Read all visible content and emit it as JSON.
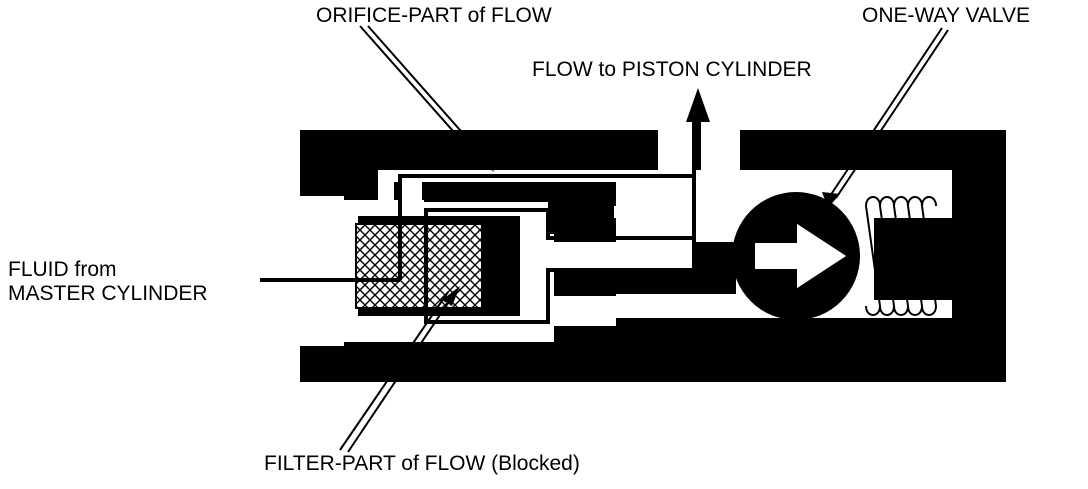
{
  "labels": {
    "orifice": "ORIFICE-PART of FLOW",
    "one_way_valve": "ONE-WAY VALVE",
    "flow_to_piston": "FLOW to PISTON CYLINDER",
    "fluid_from_line1": "FLUID from",
    "fluid_from_line2": "MASTER CYLINDER",
    "filter": "FILTER-PART of FLOW (Blocked)"
  },
  "colors": {
    "ink": "#000000",
    "paper": "#ffffff"
  },
  "icons": {
    "filter_element": "crosshatch-filter-icon",
    "valve_ball": "ball-with-arrow-icon",
    "spring": "coil-spring-icon"
  }
}
